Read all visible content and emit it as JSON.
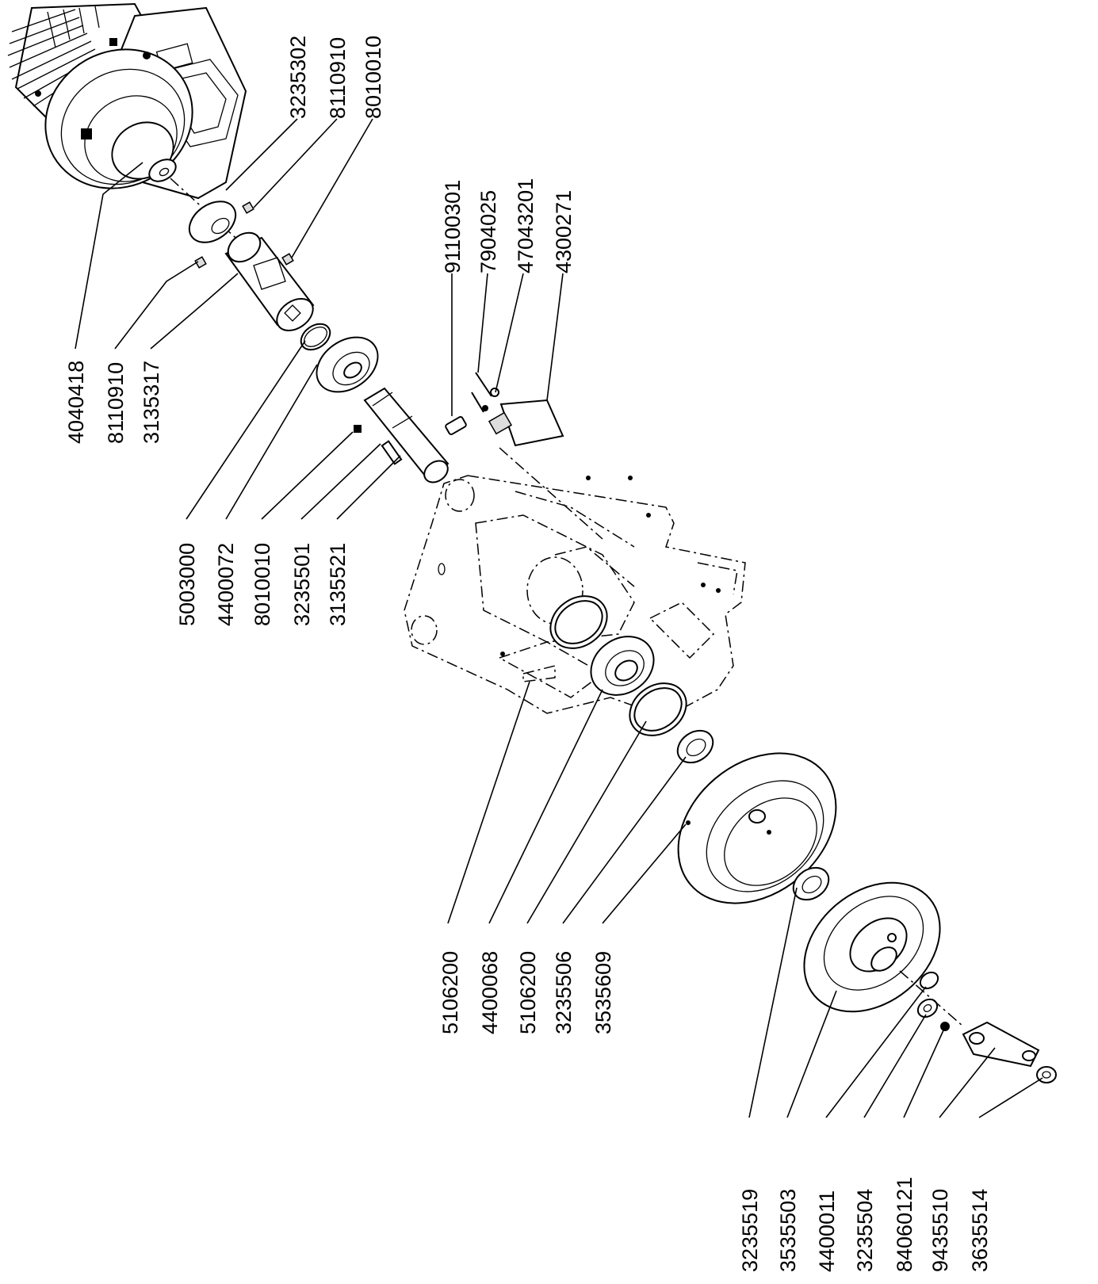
{
  "labels": {
    "motor_group": [
      "4040418",
      "8110910",
      "3135317"
    ],
    "top_right_group": [
      "3235302",
      "8110910",
      "8010010"
    ],
    "shaft_group": [
      "5003000",
      "4400072",
      "8010010",
      "3235501",
      "3135521"
    ],
    "switch_group": [
      "91100301",
      "7904025",
      "47043201",
      "4300271"
    ],
    "bearing_group": [
      "5106200",
      "4400068",
      "5106200",
      "3235506",
      "3535609"
    ],
    "bottom_group": [
      "3235519",
      "3535503",
      "4400011",
      "3235504",
      "84060121",
      "9435510",
      "3635514"
    ]
  }
}
